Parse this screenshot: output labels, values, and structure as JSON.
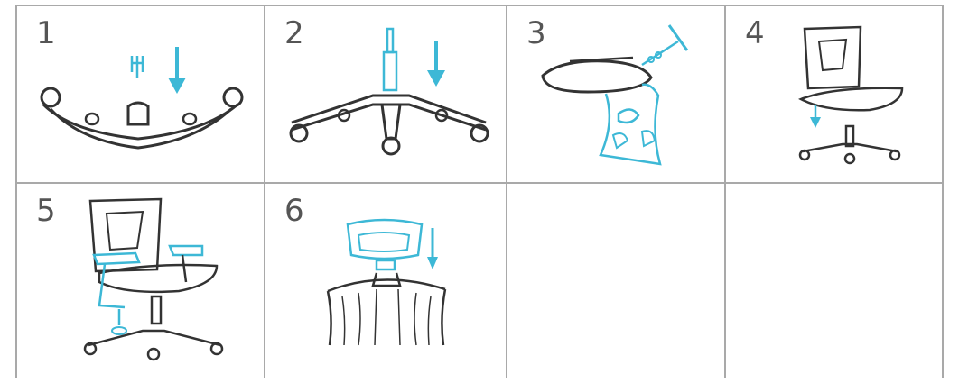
{
  "steps": [
    {
      "number": "1",
      "caption_icon": "chair-base-caster-icon"
    },
    {
      "number": "2",
      "caption_icon": "gas-cylinder-icon"
    },
    {
      "number": "3",
      "caption_icon": "seat-backrest-screw-icon"
    },
    {
      "number": "4",
      "caption_icon": "seat-onto-base-icon"
    },
    {
      "number": "5",
      "caption_icon": "armrest-attach-icon"
    },
    {
      "number": "6",
      "caption_icon": "headrest-attach-icon"
    },
    {
      "number": "",
      "caption_icon": ""
    },
    {
      "number": "",
      "caption_icon": ""
    }
  ],
  "colors": {
    "line": "#a9a9a9",
    "accent": "#3db8d6",
    "ink": "#333333",
    "number": "#555555"
  }
}
